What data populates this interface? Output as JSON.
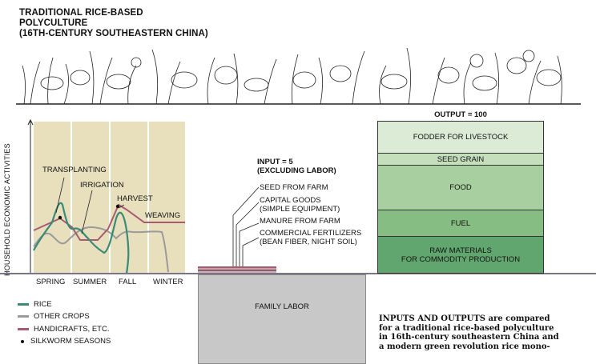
{
  "title": [
    "TRADITIONAL RICE-BASED",
    "POLYCULTURE",
    "(16TH-CENTURY SOUTHEASTERN CHINA)"
  ],
  "chart": {
    "ylabel": "HOUSEHOLD ECONOMIC ACTIVITIES",
    "seasons": [
      "SPRING",
      "SUMMER",
      "FALL",
      "WINTER"
    ],
    "annotations": {
      "transplanting": "TRANSPLANTING",
      "irrigation": "IRRIGATION",
      "harvest": "HARVEST",
      "weaving": "WEAVING"
    }
  },
  "legend": [
    {
      "label": "RICE",
      "color": "#3a8a78"
    },
    {
      "label": "OTHER CROPS",
      "color": "#9a9a9a"
    },
    {
      "label": "HANDICRAFTS, ETC.",
      "color": "#a85a72"
    },
    {
      "label": "SILKWORM SEASONS",
      "marker": "dot"
    }
  ],
  "input": {
    "heading": [
      "INPUT = 5",
      "(EXCLUDING LABOR)"
    ],
    "items": [
      "SEED FROM FARM",
      "CAPITAL GOODS",
      "(SIMPLE EQUIPMENT)",
      "MANURE FROM FARM",
      "COMMERCIAL FERTILIZERS",
      "(BEAN FIBER, NIGHT SOIL)"
    ],
    "family_labor": "FAMILY LABOR"
  },
  "output": {
    "heading": "OUTPUT = 100",
    "blocks": [
      {
        "label": "FODDER FOR LIVESTOCK",
        "color": "#dcebd6"
      },
      {
        "label": "SEED GRAIN",
        "color": "#c5dfbd"
      },
      {
        "label": "FOOD",
        "color": "#a8cfa0"
      },
      {
        "label": "FUEL",
        "color": "#85bd83"
      },
      {
        "label": "RAW MATERIALS",
        "label2": "FOR COMMODITY PRODUCTION",
        "color": "#62a66f"
      }
    ]
  },
  "caption": [
    "INPUTS AND OUTPUTS are compared",
    "for a traditional rice-based polyculture",
    "in 16th-century southeastern China and",
    "a modern green revolution rice mono-"
  ],
  "colors": {
    "season_band": "#e8e0bd",
    "ground_line": "#7a7488",
    "labor_box": "#c8c8c8"
  }
}
